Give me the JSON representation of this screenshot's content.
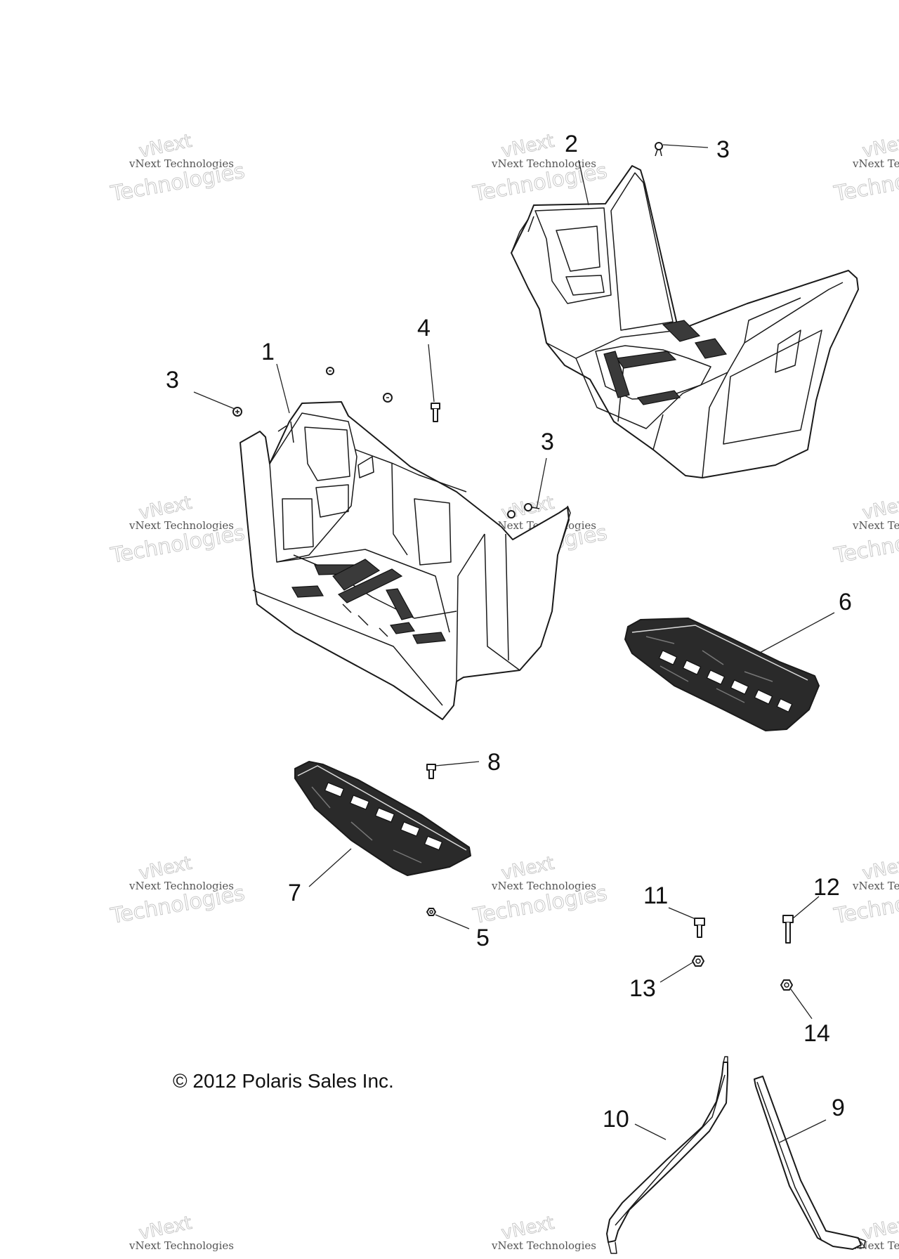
{
  "watermark": {
    "line1": "vNext Technologies",
    "line2": "Technologies",
    "line3": "vNext"
  },
  "copyright": "© 2012 Polaris Sales Inc.",
  "callouts": {
    "c1": "1",
    "c2": "2",
    "c3a": "3",
    "c3b": "3",
    "c3c": "3",
    "c4": "4",
    "c5": "5",
    "c6": "6",
    "c7": "7",
    "c8": "8",
    "c9": "9",
    "c10": "10",
    "c11": "11",
    "c12": "12",
    "c13": "13",
    "c14": "14"
  },
  "colors": {
    "line": "#1a1a1a",
    "watermark": "#c8c8c8",
    "background": "#ffffff"
  }
}
